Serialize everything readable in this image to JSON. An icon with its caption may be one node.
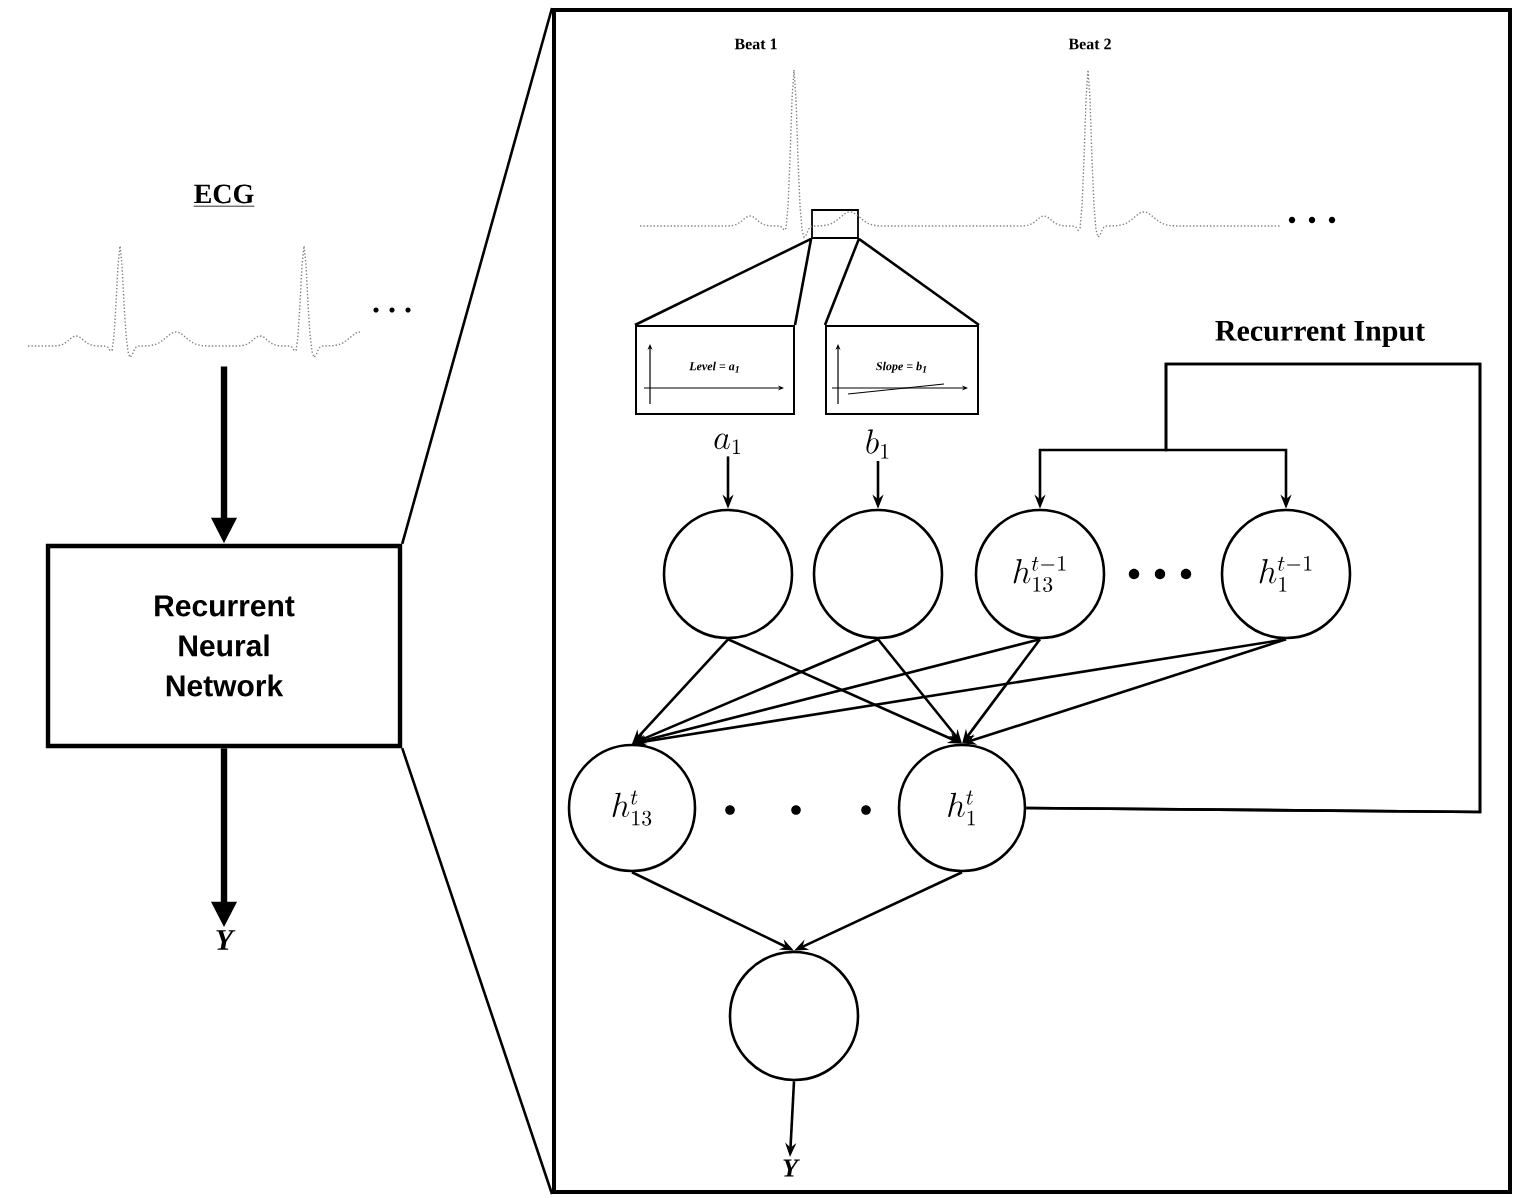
{
  "diagram": {
    "nodes": [
      {
        "text": [],
        "shape": "picture",
        "beside": [
          "ECG"
        ]
      },
      {
        "text": [
          "Recurrent Neural Network"
        ]
      },
      {
        "text": [
          "Y"
        ]
      },
      {
        "text": [],
        "shape": "box"
      },
      {
        "text": [],
        "shape": "box",
        "in": 3
      },
      {
        "text": [
          "Level = a$_{1}$"
        ],
        "in": 3
      },
      {
        "text": [
          "Slope = b$_{1}$"
        ],
        "in": 3
      },
      {
        "text": [
          "a_{1}"
        ],
        "in": 3
      },
      {
        "text": [
          "b_{1}"
        ],
        "in": 3
      },
      {
        "text": [],
        "shape": "circle",
        "in": 3
      },
      {
        "text": [],
        "shape": "circle",
        "in": 3
      },
      {
        "text": [
          "h_{13}^{t-1}"
        ],
        "in": 3
      },
      {
        "text": [
          "h_{1}^{t-1}"
        ],
        "in": 3
      },
      {
        "text": [
          "h_{13}^{t}"
        ],
        "in": 3
      },
      {
        "text": [
          "h_{1}^{t}"
        ],
        "in": 3
      },
      {
        "text": [],
        "shape": "circle",
        "in": 3
      },
      {
        "text": [
          "Y"
        ],
        "in": 3
      }
    ],
    "edges": [
      {
        "from": 0,
        "to": 1,
        "arrow": "to",
        "style": "thick"
      },
      {
        "from": 1,
        "to": 2,
        "arrow": "to",
        "style": "thick"
      },
      {
        "from": 1,
        "to": 3,
        "arrow": "none"
      },
      {
        "from": 1,
        "to": 3,
        "arrow": "none"
      },
      {
        "from": 4,
        "to": 5,
        "arrow": "none"
      },
      {
        "from": 4,
        "to": 5,
        "arrow": "none"
      },
      {
        "from": 4,
        "to": 6,
        "arrow": "none"
      },
      {
        "from": 4,
        "to": 6,
        "arrow": "none"
      },
      {
        "from": 7,
        "to": 9,
        "arrow": "to"
      },
      {
        "from": 8,
        "to": 10,
        "arrow": "to"
      },
      {
        "from": 9,
        "to": 13,
        "arrow": "to"
      },
      {
        "from": 9,
        "to": 14,
        "arrow": "to"
      },
      {
        "from": 10,
        "to": 13,
        "arrow": "to"
      },
      {
        "from": 10,
        "to": 14,
        "arrow": "to"
      },
      {
        "from": 11,
        "to": 13,
        "arrow": "to"
      },
      {
        "from": 11,
        "to": 14,
        "arrow": "to"
      },
      {
        "from": 12,
        "to": 13,
        "arrow": "to"
      },
      {
        "from": 12,
        "to": 14,
        "arrow": "to"
      },
      {
        "from": 13,
        "to": 15,
        "arrow": "to"
      },
      {
        "from": 14,
        "to": 15,
        "arrow": "to"
      },
      {
        "from": 15,
        "to": 16,
        "arrow": "to"
      },
      {
        "from": 14,
        "to": 11,
        "arrow": "to",
        "label": "Recurrent Input"
      },
      {
        "from": 14,
        "to": 12,
        "arrow": "to"
      }
    ],
    "labels": [
      "Beat 1",
      "Beat 2"
    ]
  }
}
